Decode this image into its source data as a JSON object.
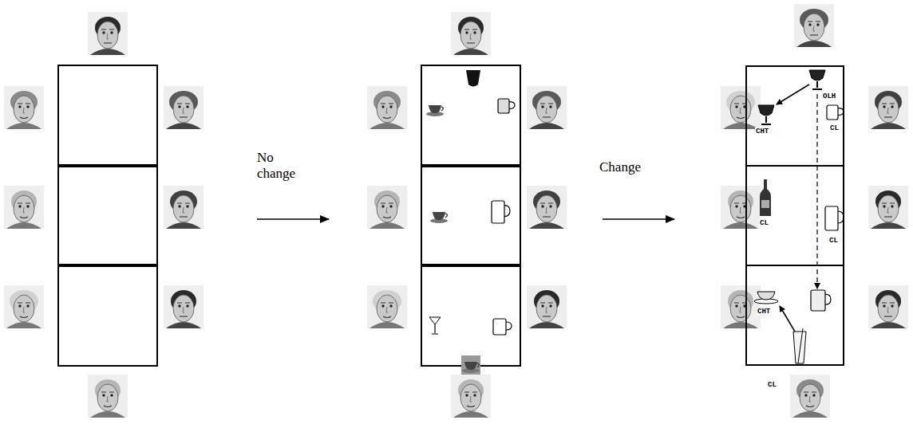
{
  "diagram": {
    "nodes": [
      {
        "text": [
          "OLH",
          "CHT",
          "CL"
        ]
      },
      {
        "text": [
          "CL",
          "CL"
        ]
      },
      {
        "text": [
          "CHT"
        ]
      }
    ],
    "labels": [
      "No change",
      "Change",
      "CL"
    ]
  }
}
